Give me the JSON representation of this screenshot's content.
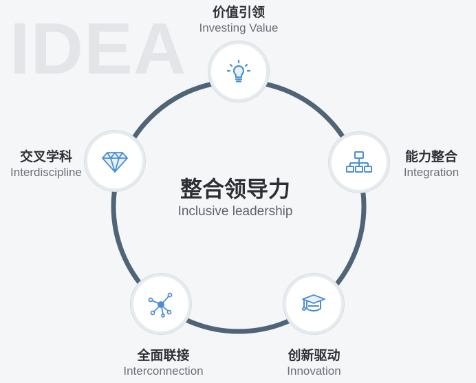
{
  "watermark": "IDEA",
  "center": {
    "title": "整合领导力",
    "subtitle": "Inclusive leadership"
  },
  "nodes": [
    {
      "title": "价值引领",
      "subtitle": "Investing Value",
      "icon": "lightbulb-icon"
    },
    {
      "title": "能力整合",
      "subtitle": "Integration",
      "icon": "org-chart-icon"
    },
    {
      "title": "创新驱动",
      "subtitle": "Innovation",
      "icon": "graduation-cap-icon"
    },
    {
      "title": "全面联接",
      "subtitle": "Interconnection",
      "icon": "network-nodes-icon"
    },
    {
      "title": "交叉学科",
      "subtitle": "Interdiscipline",
      "icon": "diamond-icon"
    }
  ],
  "colors": {
    "ring": "#4f6476",
    "icon": "#4a8fd2",
    "background": "#f5f6f7",
    "watermark": "#e3e5e8"
  }
}
